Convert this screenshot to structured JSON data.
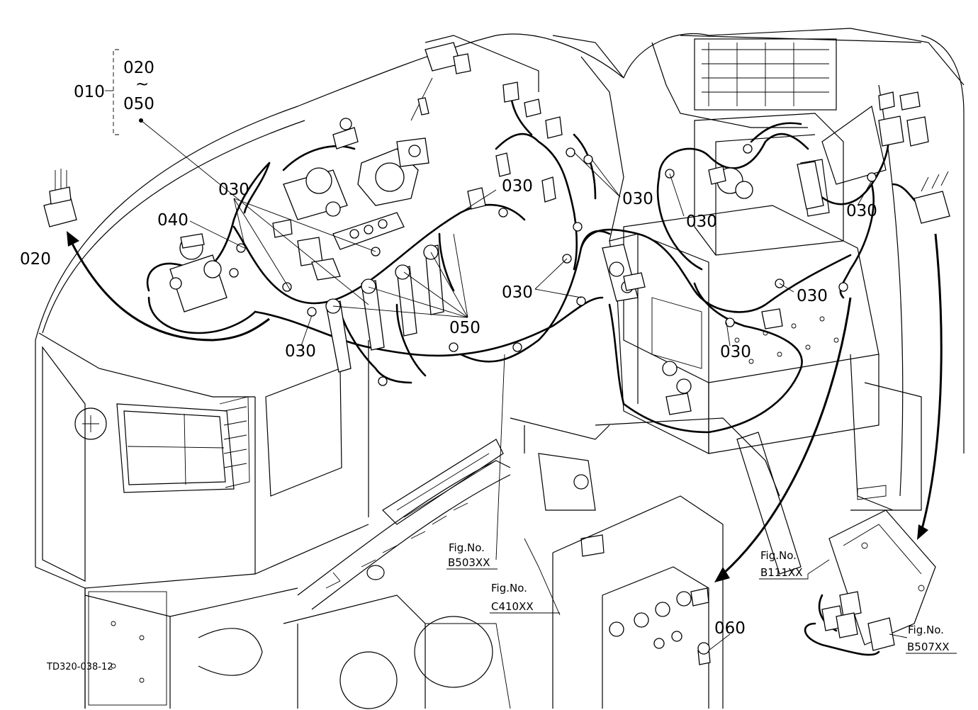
{
  "drawing_code": "TD320-038-12",
  "group_label": {
    "main": "010",
    "top": "020",
    "tilde": "~",
    "bottom": "050"
  },
  "callouts": {
    "c020": "020",
    "c040": "040",
    "c030_a": "030",
    "c030_b": "030",
    "c030_c": "030",
    "c030_d": "030",
    "c030_e": "030",
    "c030_f": "030",
    "c030_g": "030",
    "c030_h": "030",
    "c030_i": "030",
    "c050": "050",
    "c060": "060"
  },
  "figure_refs": [
    {
      "label": "Fig.No.",
      "code": "B503XX"
    },
    {
      "label": "Fig.No.",
      "code": "C410XX"
    },
    {
      "label": "Fig.No.",
      "code": "B111XX"
    },
    {
      "label": "Fig.No.",
      "code": "B507XX"
    }
  ]
}
